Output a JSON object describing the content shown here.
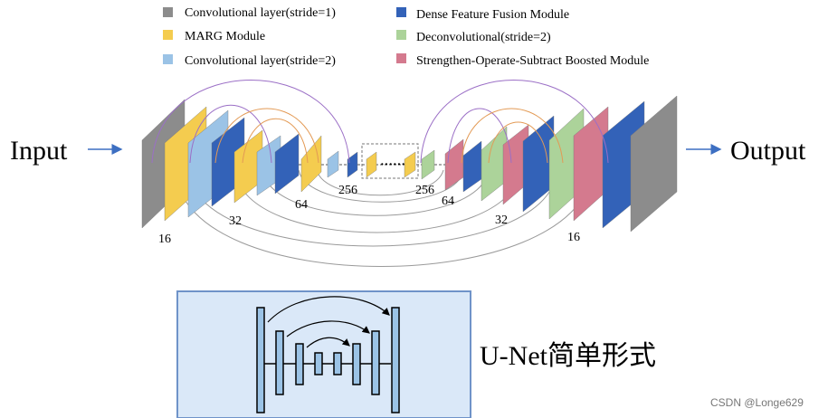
{
  "legend": [
    {
      "label": "Convolutional layer(stride=1)",
      "color": "#8c8c8c"
    },
    {
      "label": "MARG Module",
      "color": "#f4cc4f"
    },
    {
      "label": "Convolutional layer(stride=2)",
      "color": "#9bc3e6"
    },
    {
      "label": "Dense Feature Fusion Module",
      "color": "#3362b8"
    },
    {
      "label": "Deconvolutional(stride=2)",
      "color": "#acd39a"
    },
    {
      "label": "Strengthen-Operate-Subtract Boosted Module",
      "color": "#d47a8e"
    }
  ],
  "io": {
    "input": "Input",
    "output": "Output"
  },
  "channels": {
    "c16_left": "16",
    "c32_left": "32",
    "c64_left": "64",
    "c256_left": "256",
    "c256_right": "256",
    "c64_right": "64",
    "c32_right": "32",
    "c16_right": "16"
  },
  "ellipsis": "······",
  "unet": {
    "caption": "U-Net简单形式"
  },
  "watermark": "CSDN @Longe629",
  "colors": {
    "gray": "#8c8c8c",
    "yellow": "#f4cc4f",
    "lightblue": "#9bc3e6",
    "blue": "#3362b8",
    "green": "#acd39a",
    "pink": "#d47a8e",
    "arc_purple": "#9b6fc6",
    "arc_orange": "#e39a55",
    "unet_panel": "#dae8f8",
    "unet_border": "#6f93c9"
  }
}
